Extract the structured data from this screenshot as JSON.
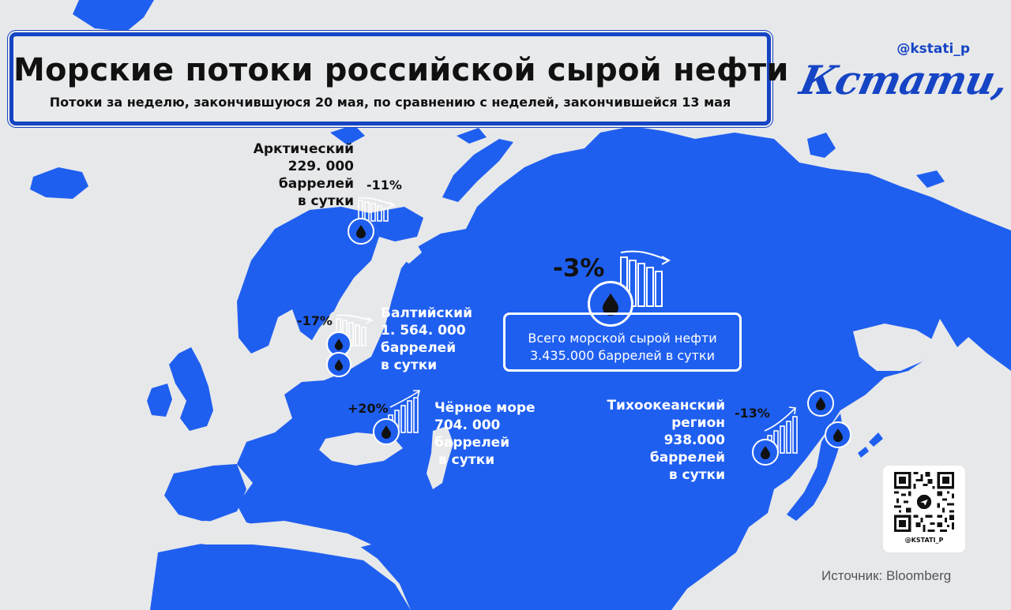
{
  "header": {
    "title": "Морские потоки российской сырой нефти",
    "subtitle": "Потоки за неделю, закончившуюся 20 мая, по сравнению с неделей, закончившейся 13 мая"
  },
  "brand": {
    "handle": "@kstati_p",
    "logo_text": "Кстати,",
    "qr_caption": "@KSTATI_P",
    "primary_color": "#1f5ff0",
    "frame_color": "#1544c4"
  },
  "regions": {
    "arctic": {
      "lines": [
        "Арктический",
        "229. 000",
        "баррелей",
        "в сутки"
      ],
      "change": "-11%",
      "trend": "down"
    },
    "baltic": {
      "lines": [
        "Балтийский",
        "1. 564. 000",
        "баррелей",
        "в сутки"
      ],
      "change": "-17%",
      "trend": "down"
    },
    "black_sea": {
      "lines": [
        "Чёрное море",
        "704. 000",
        "баррелей",
        "в сутки"
      ],
      "change": "+20%",
      "trend": "up"
    },
    "pacific": {
      "lines": [
        "Тихоокеанский",
        "регион",
        "938.000",
        "баррелей",
        "в сутки"
      ],
      "change": "-13%",
      "trend": "up"
    }
  },
  "total": {
    "change": "-3%",
    "trend": "down",
    "line1": "Всего морской сырой нефти",
    "line2": "3.435.000 баррелей в сутки"
  },
  "icons": {
    "drop": "oil-drop-icon",
    "bars_down": "bars-trend-down-icon",
    "bars_up": "bars-trend-up-icon",
    "qr": "qr-code-icon"
  },
  "source": "Источник: Bloomberg"
}
